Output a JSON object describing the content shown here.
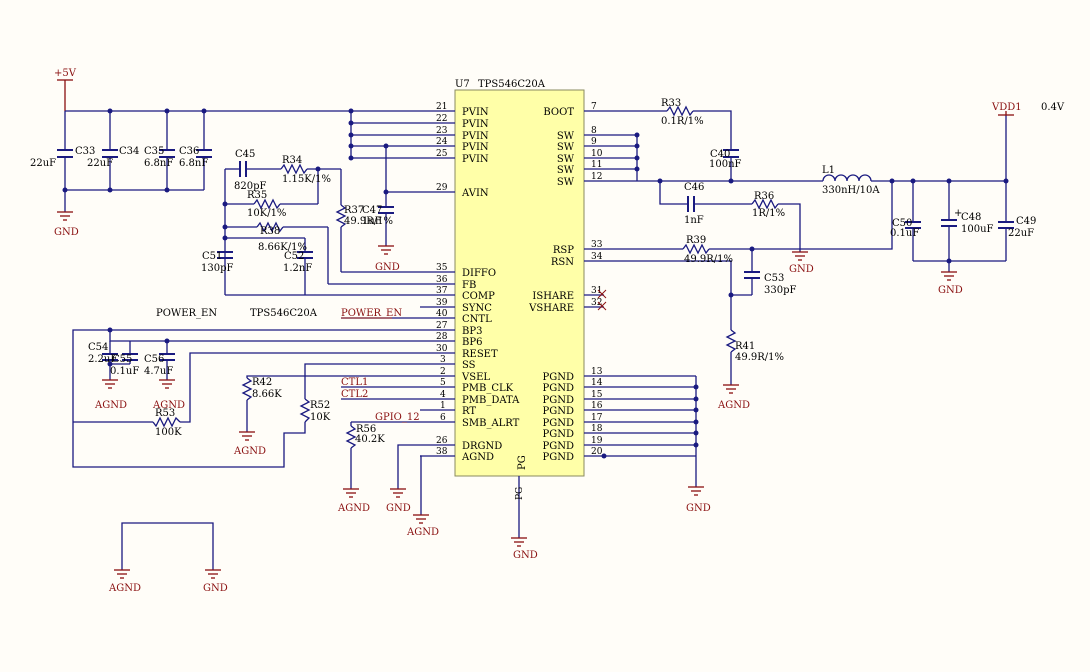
{
  "chip": {
    "designator": "U7",
    "part": "TPS546C20A",
    "left_pins": [
      {
        "num": "21",
        "name": "PVIN"
      },
      {
        "num": "22",
        "name": "PVIN"
      },
      {
        "num": "23",
        "name": "PVIN"
      },
      {
        "num": "24",
        "name": "PVIN"
      },
      {
        "num": "25",
        "name": "PVIN"
      },
      {
        "num": "29",
        "name": "AVIN"
      },
      {
        "num": "35",
        "name": "DIFFO"
      },
      {
        "num": "36",
        "name": "FB"
      },
      {
        "num": "37",
        "name": "COMP"
      },
      {
        "num": "39",
        "name": "SYNC"
      },
      {
        "num": "40",
        "name": "CNTL"
      },
      {
        "num": "27",
        "name": "BP3"
      },
      {
        "num": "28",
        "name": "BP6"
      },
      {
        "num": "30",
        "name": "RESET"
      },
      {
        "num": "3",
        "name": "SS"
      },
      {
        "num": "2",
        "name": "VSEL"
      },
      {
        "num": "5",
        "name": "PMB_CLK"
      },
      {
        "num": "4",
        "name": "PMB_DATA"
      },
      {
        "num": "1",
        "name": "RT"
      },
      {
        "num": "6",
        "name": "SMB_ALRT"
      },
      {
        "num": "26",
        "name": "DRGND"
      },
      {
        "num": "38",
        "name": "AGND"
      }
    ],
    "right_pins": [
      {
        "num": "7",
        "name": "BOOT"
      },
      {
        "num": "8",
        "name": "SW"
      },
      {
        "num": "9",
        "name": "SW"
      },
      {
        "num": "10",
        "name": "SW"
      },
      {
        "num": "11",
        "name": "SW"
      },
      {
        "num": "12",
        "name": "SW"
      },
      {
        "num": "33",
        "name": "RSP"
      },
      {
        "num": "34",
        "name": "RSN"
      },
      {
        "num": "31",
        "name": "ISHARE"
      },
      {
        "num": "32",
        "name": "VSHARE"
      },
      {
        "num": "13",
        "name": "PGND"
      },
      {
        "num": "14",
        "name": "PGND"
      },
      {
        "num": "15",
        "name": "PGND"
      },
      {
        "num": "16",
        "name": "PGND"
      },
      {
        "num": "17",
        "name": "PGND"
      },
      {
        "num": "18",
        "name": "PGND"
      },
      {
        "num": "19",
        "name": "PGND"
      },
      {
        "num": "20",
        "name": "PGND"
      }
    ],
    "bottom_pin": {
      "name": "PG",
      "net": "PG"
    }
  },
  "power": {
    "vin": "+5V",
    "vout": "VDD1",
    "vout_value": "0.4V",
    "gnd": "GND",
    "agnd": "AGND"
  },
  "components": {
    "C33": {
      "ref": "C33",
      "value": "22uF"
    },
    "C34": {
      "ref": "C34",
      "value": "22uF"
    },
    "C35": {
      "ref": "C35",
      "value": "6.8nF"
    },
    "C36": {
      "ref": "C36",
      "value": "6.8nF"
    },
    "C45": {
      "ref": "C45",
      "value": "820pF"
    },
    "R34": {
      "ref": "R34",
      "value": "1.15K/1%"
    },
    "R35": {
      "ref": "R35",
      "value": "10K/1%"
    },
    "R37": {
      "ref": "R37",
      "value": "49.9R/1%"
    },
    "C47": {
      "ref": "C47",
      "value": "1uF"
    },
    "R38": {
      "ref": "R38",
      "value": "8.66K/1%"
    },
    "C51": {
      "ref": "C51",
      "value": "130pF"
    },
    "C52": {
      "ref": "C52",
      "value": "1.2nF"
    },
    "R33": {
      "ref": "R33",
      "value": "0.1R/1%"
    },
    "C40": {
      "ref": "C40",
      "value": "100nF"
    },
    "L1": {
      "ref": "L1",
      "value": "330nH/10A"
    },
    "C46": {
      "ref": "C46",
      "value": "1nF"
    },
    "R36": {
      "ref": "R36",
      "value": "1R/1%"
    },
    "C50": {
      "ref": "C50",
      "value": "0.1uF"
    },
    "C48": {
      "ref": "C48",
      "value": "100uF"
    },
    "C49": {
      "ref": "C49",
      "value": "22uF"
    },
    "R39": {
      "ref": "R39",
      "value": "49.9R/1%"
    },
    "C53": {
      "ref": "C53",
      "value": "330pF"
    },
    "R41": {
      "ref": "R41",
      "value": "49.9R/1%"
    },
    "C54": {
      "ref": "C54",
      "value": "2.2uF"
    },
    "C55": {
      "ref": "C55",
      "value": "0.1uF"
    },
    "C56": {
      "ref": "C56",
      "value": "4.7uF"
    },
    "R53": {
      "ref": "R53",
      "value": "100K"
    },
    "R42": {
      "ref": "R42",
      "value": "8.66K"
    },
    "R52": {
      "ref": "R52",
      "value": "10K"
    },
    "R56": {
      "ref": "R56",
      "value": "40.2K"
    }
  },
  "nets": {
    "power_en": "POWER_EN",
    "ctl1": "CTL1",
    "ctl2": "CTL2",
    "gpio12": "GPIO_12"
  },
  "notes": {
    "power_en": "POWER_EN",
    "part": "TPS546C20A"
  }
}
